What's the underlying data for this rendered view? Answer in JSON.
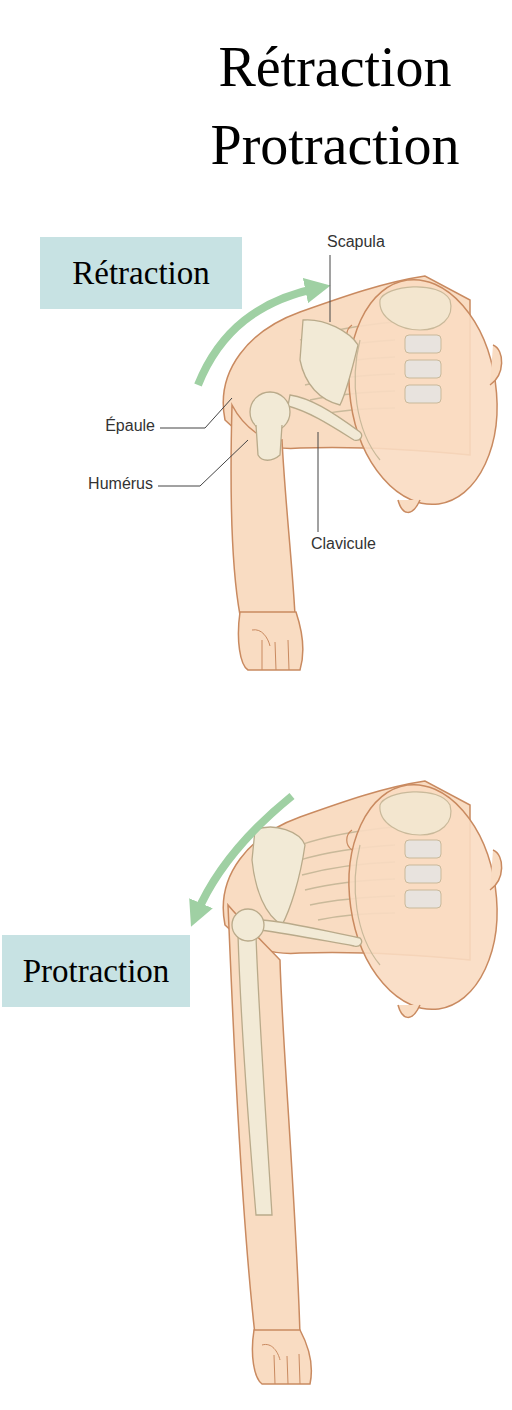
{
  "diagram": {
    "title": "Rétraction Protraction",
    "nodes": [
      {
        "text": [
          "Rétraction"
        ]
      },
      {
        "text": [
          "Protraction"
        ]
      }
    ],
    "labels": [
      "Scapula",
      "Épaule",
      "Humérus",
      "Clavicule"
    ]
  }
}
